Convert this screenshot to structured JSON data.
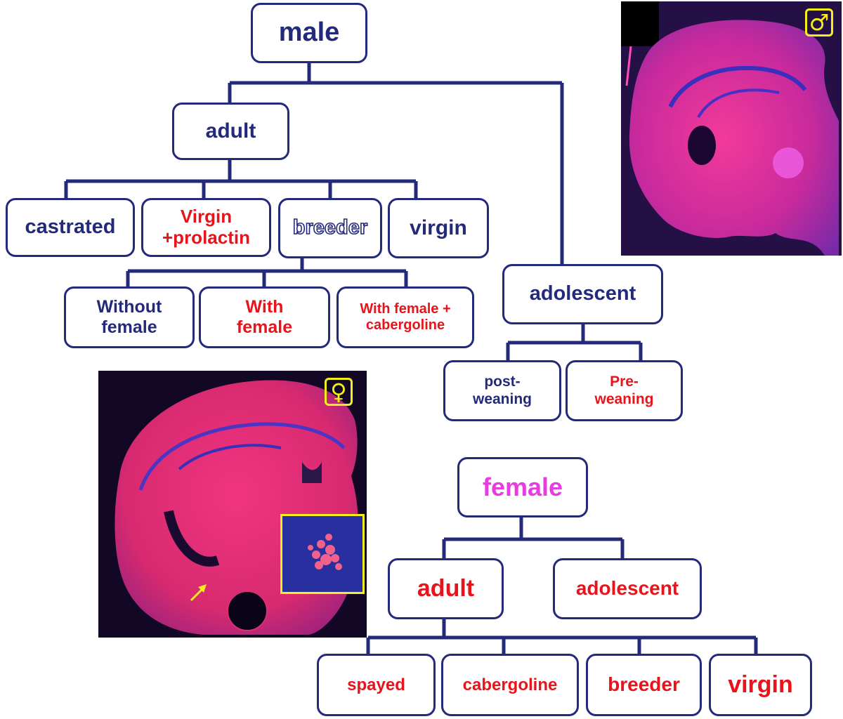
{
  "colors": {
    "navy": "#232a7a",
    "red": "#e8141b",
    "pink": "#e93ce0",
    "symbol": "#f4ee1a"
  },
  "male": {
    "root": "male",
    "adult": "adult",
    "adult_children": {
      "castrated": "castrated",
      "virgin_prolactin_1": "Virgin",
      "virgin_prolactin_2": "+prolactin",
      "breeder": "breeder",
      "virgin": "virgin"
    },
    "breeder_children": {
      "without_female_1": "Without",
      "without_female_2": "female",
      "with_female_1": "With",
      "with_female_2": "female",
      "cabergoline_1": "With female +",
      "cabergoline_2": "cabergoline"
    },
    "adolescent": "adolescent",
    "adolescent_children": {
      "post_1": "post-",
      "post_2": "weaning",
      "pre_1": "Pre-",
      "pre_2": "weaning"
    },
    "symbol": "♂",
    "image_icon": "male-brain-section-image"
  },
  "female": {
    "root": "female",
    "adult": "adult",
    "adolescent": "adolescent",
    "adult_children": {
      "spayed": "spayed",
      "cabergoline": "cabergoline",
      "breeder": "breeder",
      "virgin": "virgin"
    },
    "symbol": "♀",
    "image_icon": "female-brain-section-image"
  }
}
